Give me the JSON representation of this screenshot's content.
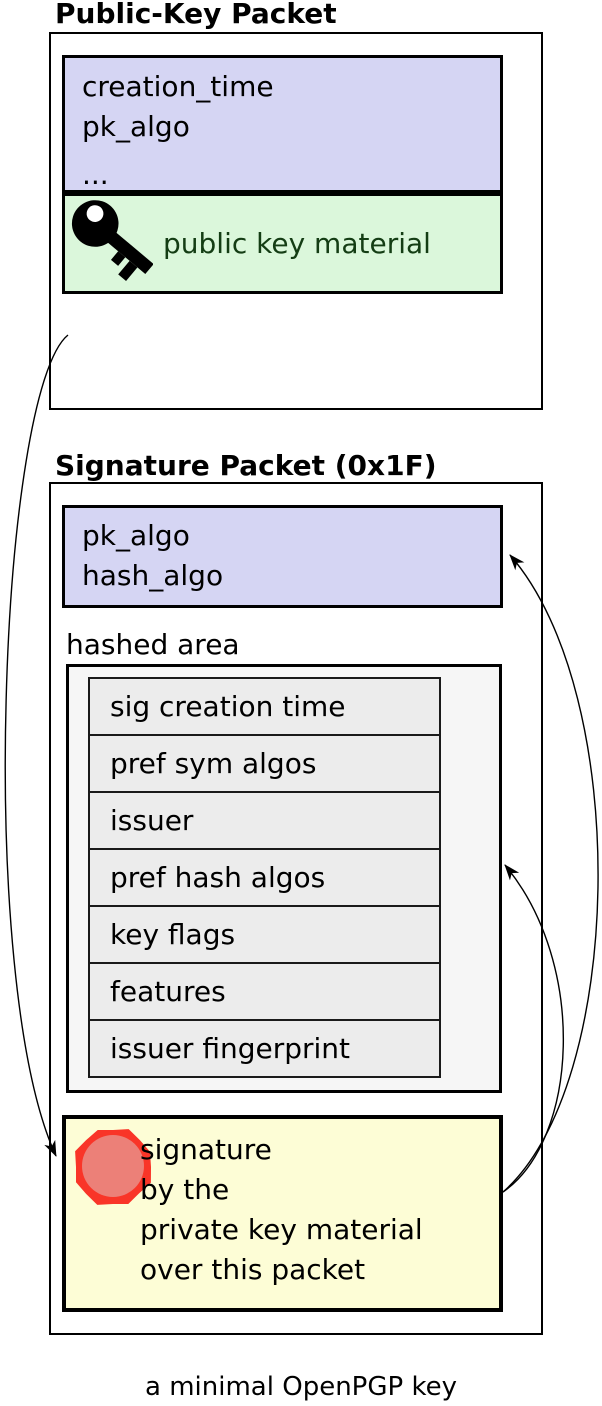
{
  "page": {
    "caption": "a minimal OpenPGP key"
  },
  "public_key_packet": {
    "title": "Public-Key Packet",
    "header_fields": [
      "creation_time",
      "pk_algo",
      "..."
    ],
    "key_material": {
      "icon": "key-icon",
      "label": "public key material"
    }
  },
  "signature_packet": {
    "title": "Signature Packet (0x1F)",
    "header_fields": [
      "pk_algo",
      "hash_algo"
    ],
    "hashed_area": {
      "label": "hashed area",
      "subpackets": [
        "sig creation time",
        "pref sym algos",
        "issuer",
        "pref hash algos",
        "key flags",
        "features",
        "issuer fingerprint"
      ]
    },
    "signature": {
      "icon": "seal-icon",
      "lines": [
        "signature",
        "by the",
        "private key material",
        "over this packet"
      ]
    }
  },
  "arrows": [
    {
      "from": "public-key-packet",
      "to": "signature-seal"
    },
    {
      "from": "signature-seal",
      "to": "signature-header-fields"
    },
    {
      "from": "signature-seal",
      "to": "hashed-area"
    }
  ],
  "colors": {
    "purple_fill": "#d5d5f3",
    "green_fill": "#dbf7db",
    "green_text": "#143d14",
    "yellow_fill": "#fdfdd6",
    "gray_fill": "#f6f6f6",
    "row_fill": "#ececec",
    "seal_red": "#f93528",
    "seal_inner": "#ec8078",
    "line": "#000000"
  }
}
